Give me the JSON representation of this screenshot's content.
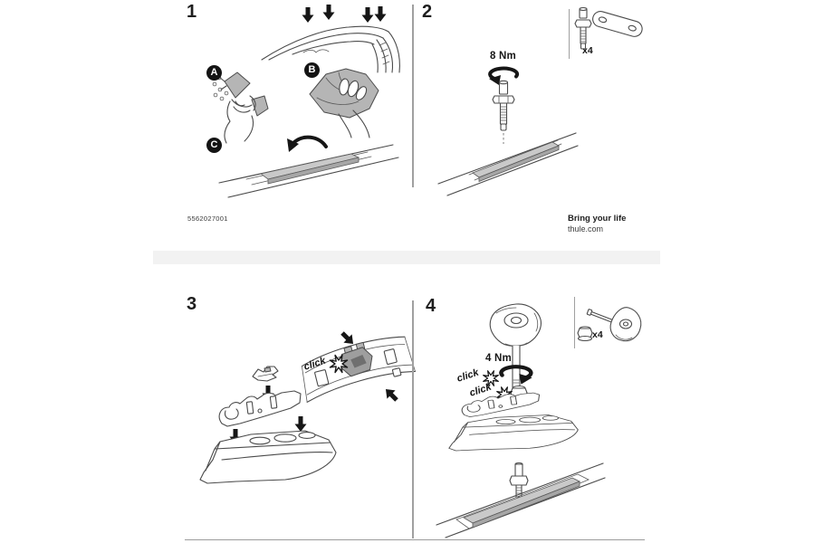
{
  "document": {
    "part_number": "5562027001",
    "footer": {
      "tagline": "Bring your life",
      "website": "thule.com"
    }
  },
  "steps": {
    "step1": {
      "number": "1",
      "sub_labels": {
        "a": "A",
        "b": "B",
        "c": "C"
      }
    },
    "step2": {
      "number": "2",
      "torque": "8 Nm",
      "parts_quantity": "x4"
    },
    "step3": {
      "number": "3",
      "click_label": "click"
    },
    "step4": {
      "number": "4",
      "torque": "4 Nm",
      "parts_quantity": "x4",
      "click_label_1": "click",
      "click_label_2": "click"
    }
  },
  "colors": {
    "background": "#ffffff",
    "line_art": "#4b4b4b",
    "arrow_black": "#161616",
    "shade_gray": "#b5b5b5",
    "strip_gray": "#c9c9c9",
    "divider_gray": "#a0a0a0",
    "band_gray": "#f2f2f2"
  },
  "icons": {
    "down-arrow-icon": "filled black arrow pointing down",
    "rotation-arrow-icon": "black elliptical torque-rotation arrow",
    "starburst-icon": "click star burst",
    "circled-letter-badge": "black circle with white letter"
  }
}
